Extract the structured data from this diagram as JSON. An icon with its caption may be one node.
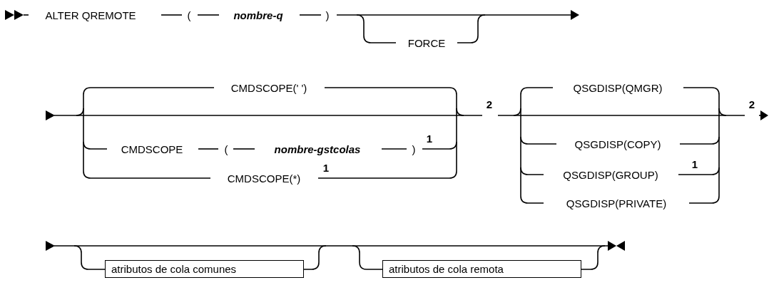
{
  "diagram": {
    "nodes": [
      {
        "text": [
          "atributos de cola comunes"
        ]
      },
      {
        "text": [
          "atributos de cola remota"
        ]
      }
    ],
    "edges": [
      {
        "from": 0,
        "to": 1,
        "arrow": "none"
      }
    ],
    "labels": [
      "ALTER QREMOTE",
      "(",
      "nombre-q",
      ")",
      "FORCE",
      "CMDSCOPE(' ')",
      "CMDSCOPE",
      "(",
      "nombre-gstcolas",
      ")",
      "1",
      "CMDSCOPE(*)",
      "1",
      "2",
      "QSGDISP(QMGR)",
      "QSGDISP(COPY)",
      "QSGDISP(GROUP)",
      "1",
      "QSGDISP(PRIVATE)",
      "2"
    ]
  }
}
